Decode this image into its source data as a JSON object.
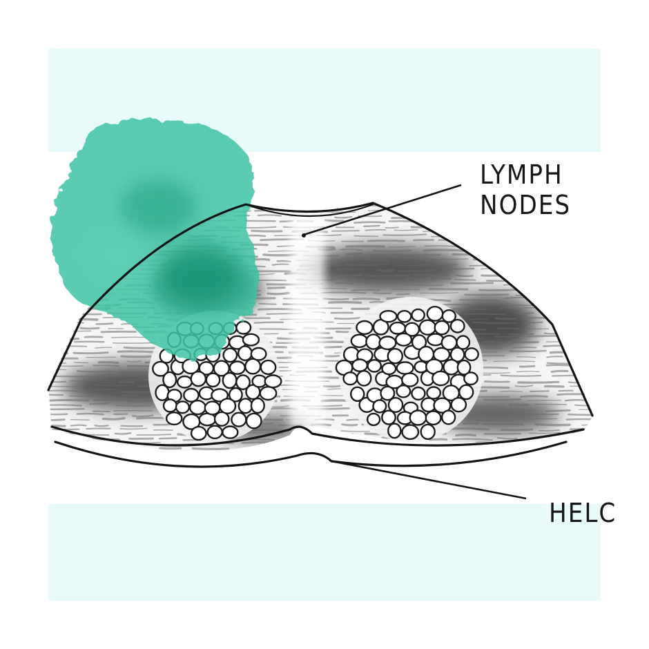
{
  "labels": {
    "lymph_line1": "LYMPH",
    "lymph_line2": "NODES",
    "helo": "HELC"
  },
  "colors": {
    "band": "#e8fbfa",
    "ink": "#141414",
    "stain": "#3fc3a6",
    "stain_dark": "#0f8d6e",
    "shade": "#2f2f2f"
  }
}
